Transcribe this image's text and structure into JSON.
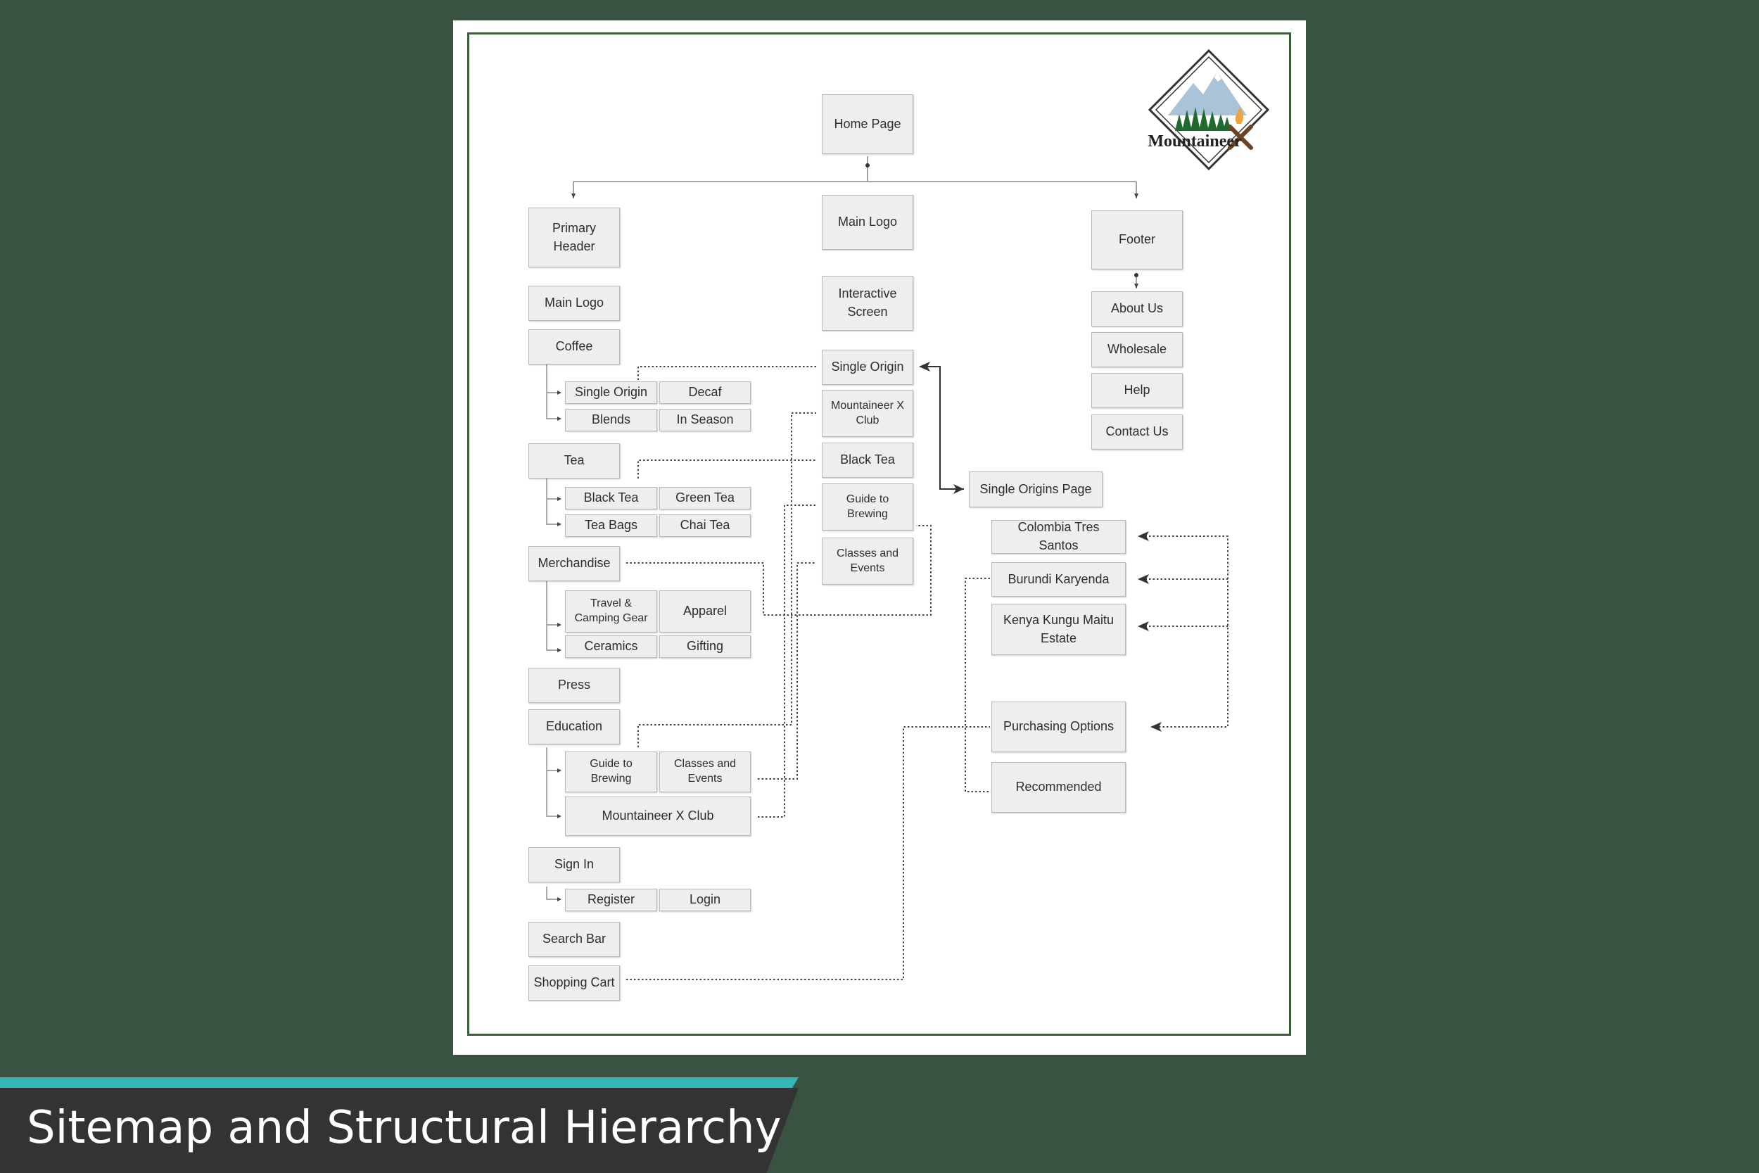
{
  "title": "Sitemap and Structural Hierarchy",
  "logo": {
    "brand": "MountaineerX",
    "text": "Mountaineer",
    "mark": "X",
    "icon": "mountain-pine-campfire-logo-icon"
  },
  "colors": {
    "background": "#3a5241",
    "frame": "#3e5e3c",
    "accent_strip": "#35b7b7",
    "banner": "#333333",
    "node_fill": "#eeeeee",
    "node_border": "#b9b9b9",
    "connector": "#444444"
  },
  "nodes": {
    "home": "Home Page",
    "primary_header": "Primary Header",
    "main_logo_center": "Main Logo",
    "footer": "Footer",
    "main_logo": "Main Logo",
    "interactive_screen": "Interactive Screen",
    "about_us": "About Us",
    "wholesale": "Wholesale",
    "help": "Help",
    "contact_us": "Contact Us",
    "coffee": "Coffee",
    "single_origin": "Single Origin",
    "decaf": "Decaf",
    "blends": "Blends",
    "in_season": "In Season",
    "tea": "Tea",
    "black_tea": "Black Tea",
    "green_tea": "Green Tea",
    "tea_bags": "Tea Bags",
    "chai_tea": "Chai Tea",
    "merchandise": "Merchandise",
    "travel_gear": "Travel & Camping Gear",
    "apparel": "Apparel",
    "ceramics": "Ceramics",
    "gifting": "Gifting",
    "press": "Press",
    "education": "Education",
    "guide_brewing": "Guide to Brewing",
    "classes_events": "Classes and Events",
    "mx_club": "Mountaineer X Club",
    "sign_in": "Sign In",
    "register": "Register",
    "login": "Login",
    "search_bar": "Search Bar",
    "shopping_cart": "Shopping Cart",
    "is_single_origin": "Single Origin",
    "is_mx_club": "Mountaineer X Club",
    "is_black_tea": "Black Tea",
    "is_guide_brewing": "Guide to Brewing",
    "is_classes_events": "Classes and Events",
    "single_origins_page": "Single Origins Page",
    "colombia": "Colombia Tres Santos",
    "burundi": "Burundi Karyenda",
    "kenya": "Kenya Kungu Maitu Estate",
    "purchasing": "Purchasing Options",
    "recommended": "Recommended"
  }
}
